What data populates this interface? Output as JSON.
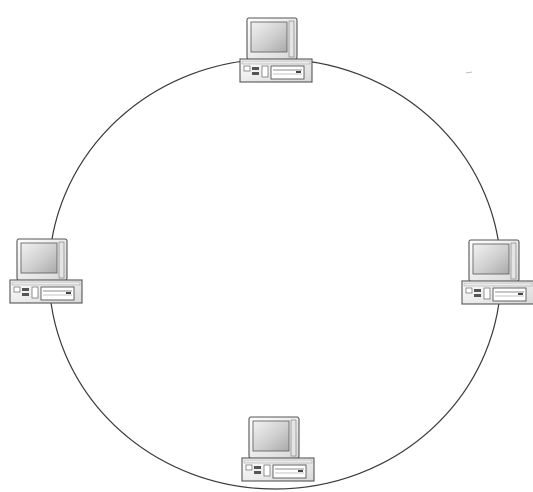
{
  "diagram": {
    "type": "ring-topology",
    "nodes": [
      {
        "id": "top",
        "icon": "desktop-computer-icon"
      },
      {
        "id": "right",
        "icon": "desktop-computer-icon"
      },
      {
        "id": "bottom",
        "icon": "desktop-computer-icon"
      },
      {
        "id": "left",
        "icon": "desktop-computer-icon"
      }
    ],
    "links": [
      {
        "from": "top",
        "to": "right"
      },
      {
        "from": "right",
        "to": "bottom"
      },
      {
        "from": "bottom",
        "to": "left"
      },
      {
        "from": "left",
        "to": "top"
      }
    ],
    "colors": {
      "background": "#ffffff",
      "line": "#3a3a3a",
      "computer_body": "#f0f0f0",
      "computer_outline": "#555555",
      "screen": "#d9d9d9"
    }
  }
}
